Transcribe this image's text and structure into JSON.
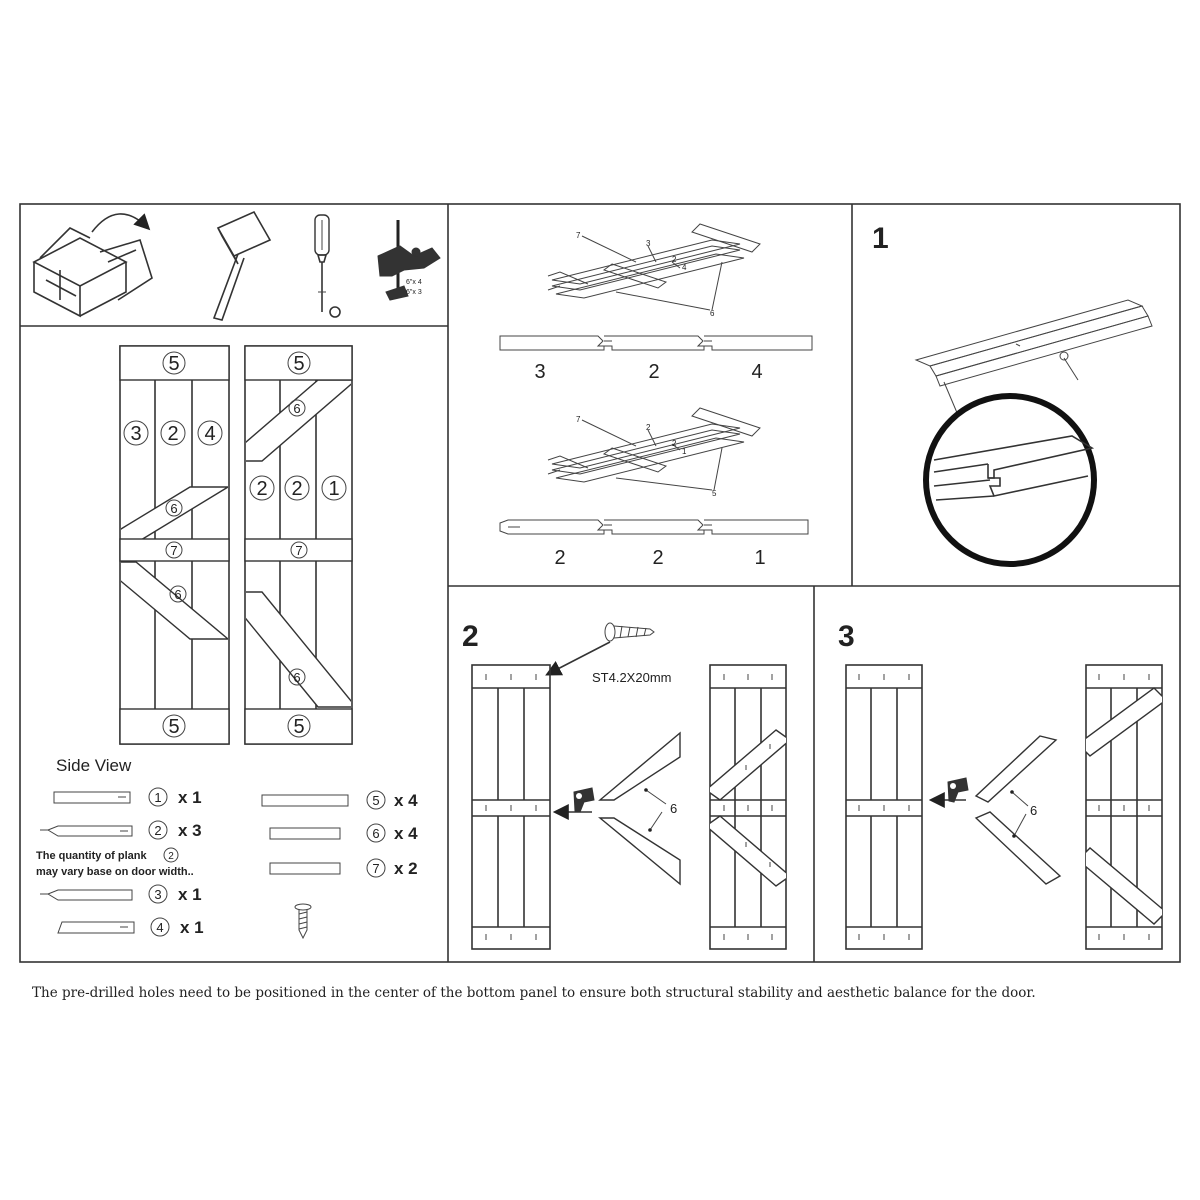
{
  "tools": {
    "toolbox_icon": "toolbox-icon",
    "mallet_icon": "mallet-icon",
    "screwdriver_icon": "screwdriver-icon",
    "clamp_icon": "clamp-icon",
    "clamp_label_1": "6\"x 4",
    "clamp_label_2": "6\"x 3"
  },
  "front_view": {
    "left_door": {
      "top_board": "5",
      "planks": [
        "3",
        "2",
        "4"
      ],
      "brace_top": "6",
      "middle_board": "7",
      "brace_bottom": "6",
      "bottom_board": "5"
    },
    "right_door": {
      "top_board": "5",
      "brace_top": "6",
      "planks": [
        "2",
        "2",
        "1"
      ],
      "middle_board": "7",
      "brace_bottom": "6",
      "bottom_board": "5"
    }
  },
  "side_view": {
    "title": "Side View",
    "parts": [
      {
        "num": "1",
        "qty": "x 1"
      },
      {
        "num": "2",
        "qty": "x 3"
      },
      {
        "num": "3",
        "qty": "x 1"
      },
      {
        "num": "4",
        "qty": "x 1"
      },
      {
        "num": "5",
        "qty": "x 4"
      },
      {
        "num": "6",
        "qty": "x 4"
      },
      {
        "num": "7",
        "qty": "x 2"
      }
    ],
    "note_line_1": "The quantity of plank",
    "note_num": "2",
    "note_line_2": "may vary base on door width..",
    "screw_icon": "screw-icon"
  },
  "plank_diagrams": {
    "top": {
      "callouts": [
        "7",
        "3",
        "2",
        "4",
        "6"
      ],
      "labels": [
        "3",
        "2",
        "4"
      ]
    },
    "bottom": {
      "callouts": [
        "7",
        "2",
        "2",
        "1",
        "5"
      ],
      "labels": [
        "2",
        "2",
        "1"
      ]
    }
  },
  "step1": {
    "number": "1"
  },
  "step2": {
    "number": "2",
    "screw_spec": "ST4.2X20mm",
    "brace_label": "6",
    "drill_icon": "drill-icon"
  },
  "step3": {
    "number": "3",
    "brace_label": "6",
    "drill_icon": "drill-icon"
  },
  "footer_note": "The pre-drilled holes need to be positioned in the center of the bottom panel to ensure both structural stability and aesthetic balance for the door."
}
